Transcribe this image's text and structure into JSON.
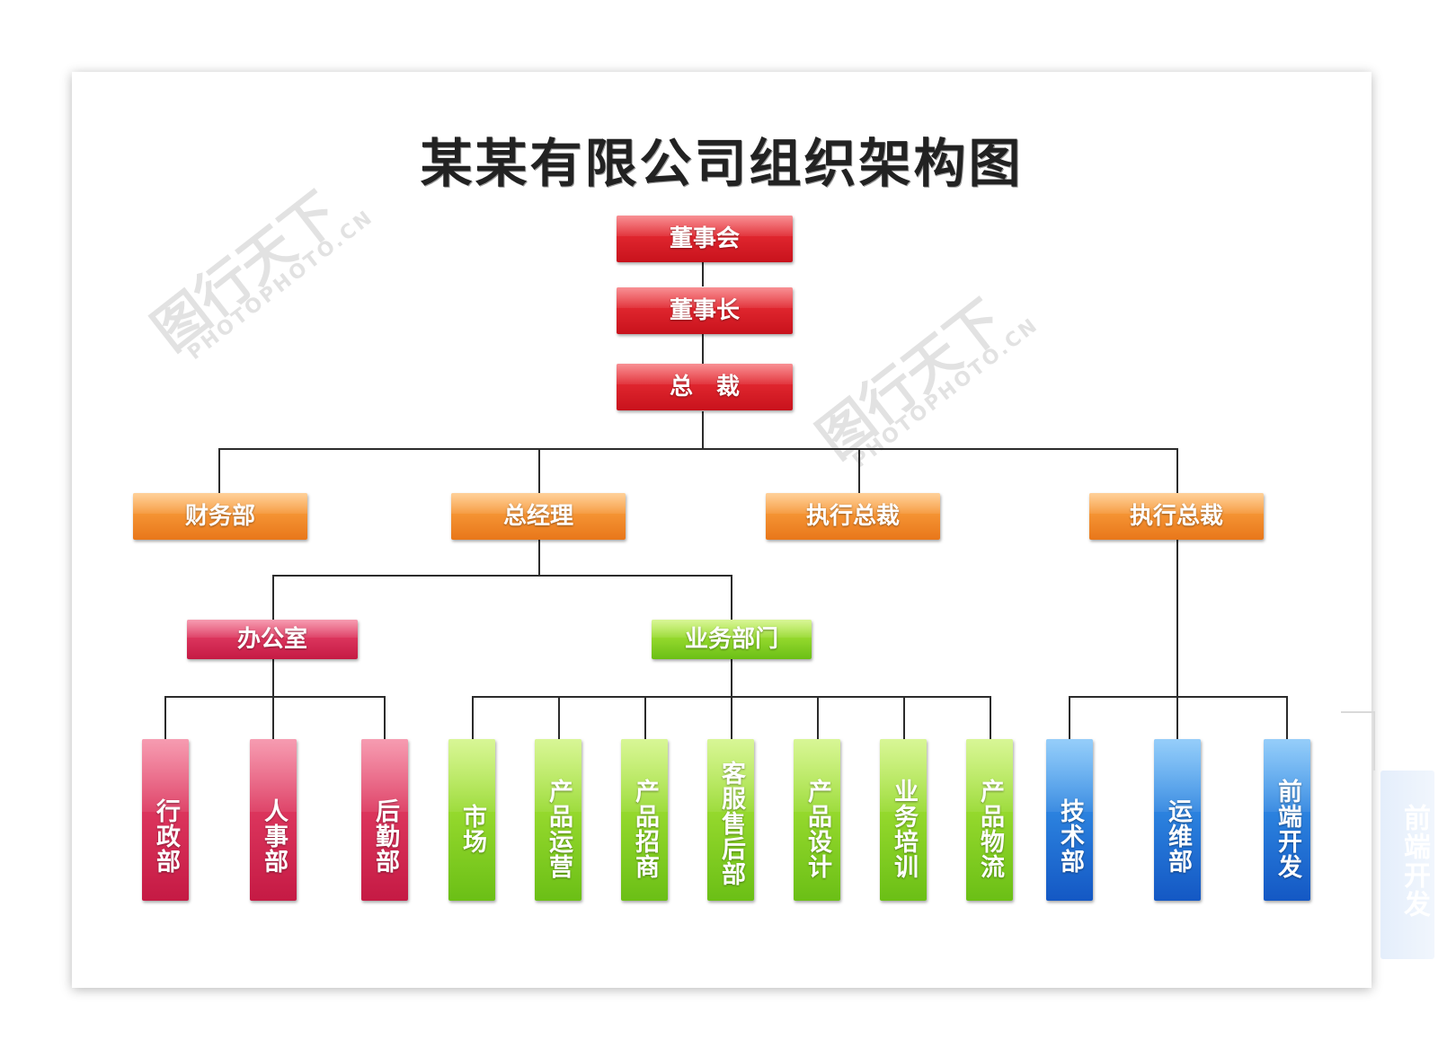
{
  "title": "某某有限公司组织架构图",
  "colors": {
    "top": "#dc1f26",
    "second": "#f28a2a",
    "office": "#dc2f58",
    "business": "#8fd52c",
    "tech": "#2a7fe0"
  },
  "nodes": {
    "board": "董事会",
    "chairman": "董事长",
    "president": "总　裁",
    "finance": "财务部",
    "general_manager": "总经理",
    "executive_president_1": "执行总裁",
    "executive_president_2": "执行总裁",
    "office": "办公室",
    "business": "业务部门",
    "admin": "行政部",
    "hr": "人事部",
    "logistics": "后勤部",
    "market": "市场",
    "product_ops": "产品运营",
    "product_investment": "产品招商",
    "customer_service": "客服售后部",
    "product_design": "产品设计",
    "business_training": "业务培训",
    "product_logistics": "产品物流",
    "tech_dept": "技术部",
    "ops_dept": "运维部",
    "frontend": "前端开发"
  },
  "ghost_text": "前端开发",
  "watermark": {
    "mark": "图行天下",
    "site": "PHOTOPHOTO.CN"
  }
}
